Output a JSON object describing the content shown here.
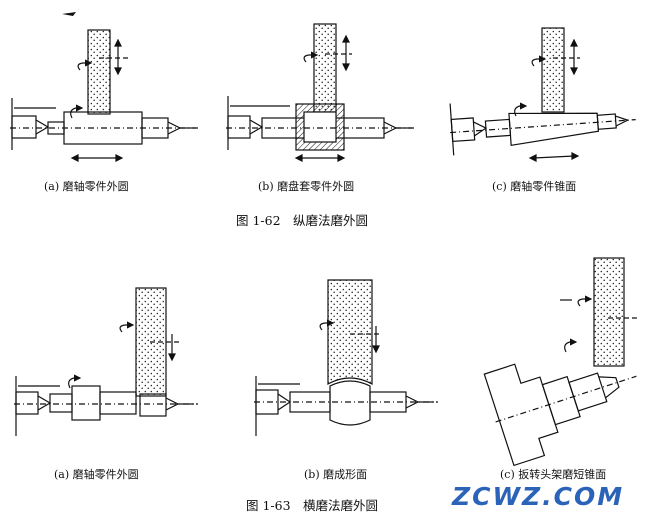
{
  "figure_62": {
    "title": "图 1-62　纵磨法磨外圆",
    "captions": [
      "(a) 磨轴零件外圆",
      "(b) 磨盘套零件外圆",
      "(c) 磨轴零件锥面"
    ]
  },
  "figure_63": {
    "title": "图 1-63　横磨法磨外圆",
    "captions": [
      "(a) 磨轴零件外圆",
      "(b) 磨成形面",
      "(c) 扳转头架磨短锥面"
    ]
  },
  "watermark": "ZCWZ.COM",
  "colors": {
    "ink": "#111111",
    "watermark": "#2a63b8",
    "background": "#ffffff"
  }
}
